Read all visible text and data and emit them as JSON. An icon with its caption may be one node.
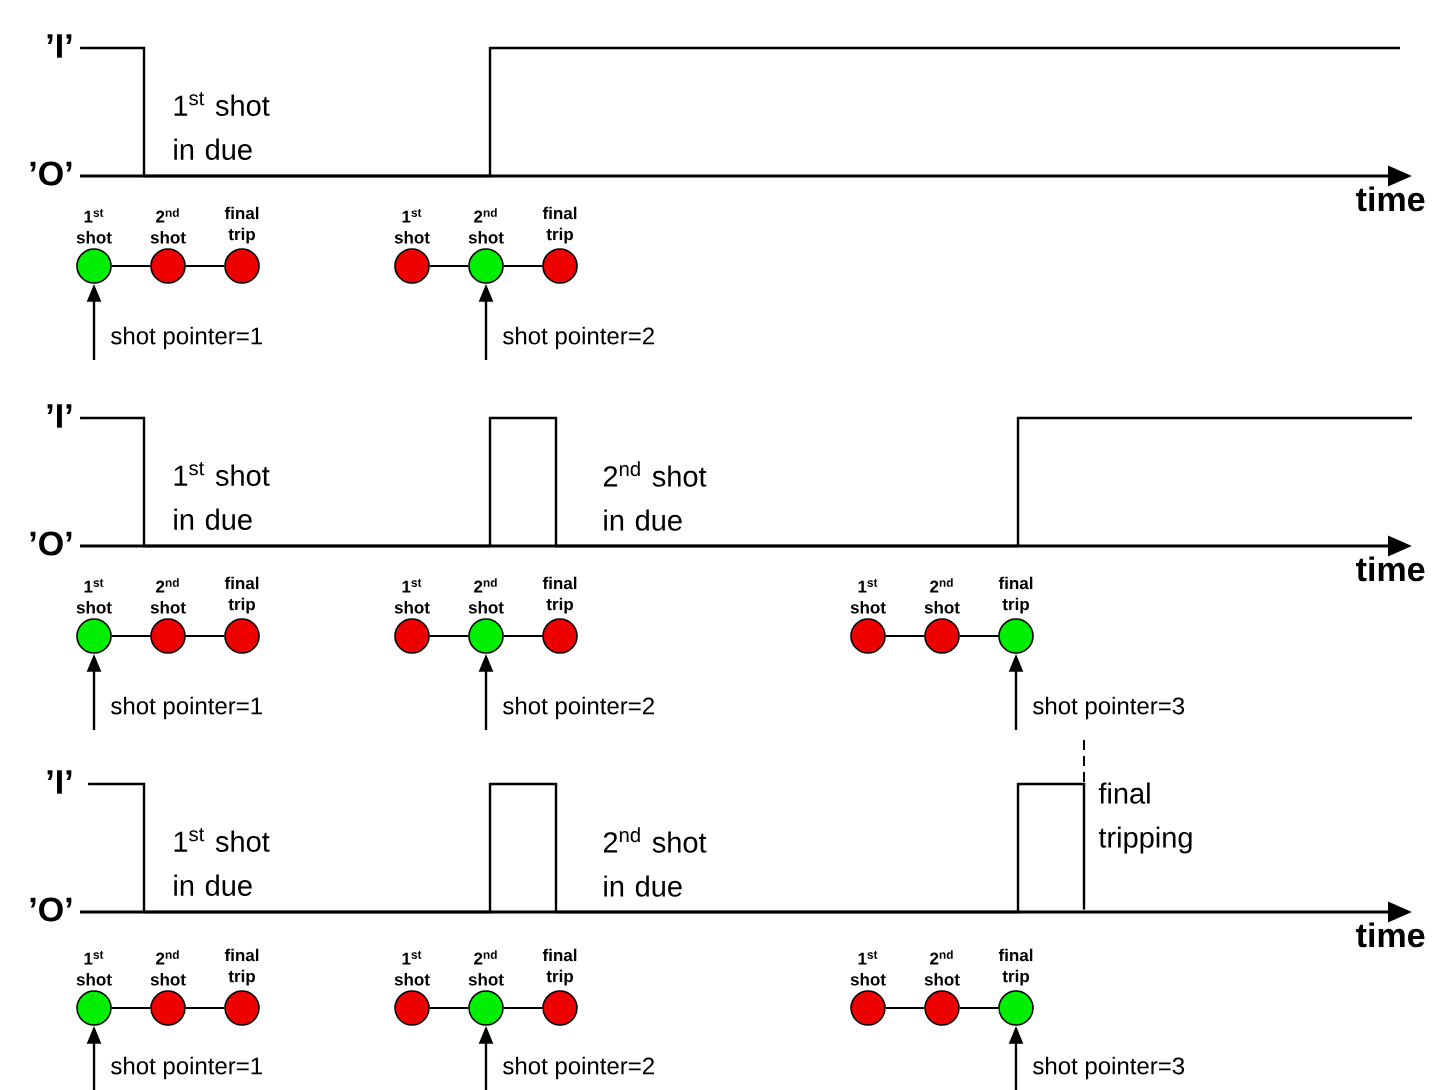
{
  "diagram": {
    "nodes": [
      {
        "text": [
          "1$^{st}$ shot"
        ]
      },
      {
        "text": [
          "2$^{nd}$ shot"
        ]
      },
      {
        "text": [
          "final trip"
        ]
      },
      {
        "text": [
          "1$^{st}$ shot"
        ]
      },
      {
        "text": [
          "2$^{nd}$ shot"
        ]
      },
      {
        "text": [
          "final trip"
        ]
      },
      {
        "text": [
          "1$^{st}$ shot"
        ]
      },
      {
        "text": [
          "2$^{nd}$ shot"
        ]
      },
      {
        "text": [
          "final trip"
        ]
      },
      {
        "text": [
          "1$^{st}$ shot"
        ]
      },
      {
        "text": [
          "2$^{nd}$ shot"
        ]
      },
      {
        "text": [
          "final trip"
        ]
      },
      {
        "text": [
          "1$^{st}$ shot"
        ]
      },
      {
        "text": [
          "2$^{nd}$ shot"
        ]
      },
      {
        "text": [
          "final trip"
        ]
      },
      {
        "text": [
          "1$^{st}$ shot"
        ]
      },
      {
        "text": [
          "2$^{nd}$ shot"
        ]
      },
      {
        "text": [
          "final trip"
        ]
      },
      {
        "text": [
          "1$^{st}$ shot"
        ]
      },
      {
        "text": [
          "2$^{nd}$ shot"
        ]
      },
      {
        "text": [
          "final trip"
        ]
      },
      {
        "text": [
          "1$^{st}$ shot"
        ]
      },
      {
        "text": [
          "2$^{nd}$ shot"
        ]
      },
      {
        "text": [
          "final trip"
        ]
      }
    ],
    "edges": [
      {
        "from": 0,
        "to": 1,
        "arrow": "none"
      },
      {
        "from": 1,
        "to": 2,
        "arrow": "none"
      },
      {
        "from": null,
        "to": 0,
        "arrow": "to",
        "label": "shot pointer=1"
      },
      {
        "from": 3,
        "to": 4,
        "arrow": "none"
      },
      {
        "from": 4,
        "to": 5,
        "arrow": "none"
      },
      {
        "from": null,
        "to": 4,
        "arrow": "to",
        "label": "shot pointer=2"
      },
      {
        "from": 6,
        "to": 7,
        "arrow": "none"
      },
      {
        "from": 7,
        "to": 8,
        "arrow": "none"
      },
      {
        "from": null,
        "to": 6,
        "arrow": "to",
        "label": "shot pointer=1"
      },
      {
        "from": 9,
        "to": 10,
        "arrow": "none"
      },
      {
        "from": 10,
        "to": 11,
        "arrow": "none"
      },
      {
        "from": null,
        "to": 10,
        "arrow": "to",
        "label": "shot pointer=2"
      },
      {
        "from": 12,
        "to": 13,
        "arrow": "none"
      },
      {
        "from": 13,
        "to": 14,
        "arrow": "none"
      },
      {
        "from": null,
        "to": 14,
        "arrow": "to",
        "label": "shot pointer=3"
      },
      {
        "from": 15,
        "to": 16,
        "arrow": "none"
      },
      {
        "from": 16,
        "to": 17,
        "arrow": "none"
      },
      {
        "from": null,
        "to": 15,
        "arrow": "to",
        "label": "shot pointer=1"
      },
      {
        "from": 18,
        "to": 19,
        "arrow": "none"
      },
      {
        "from": 19,
        "to": 20,
        "arrow": "none"
      },
      {
        "from": null,
        "to": 19,
        "arrow": "to",
        "label": "shot pointer=2"
      },
      {
        "from": 21,
        "to": 22,
        "arrow": "none"
      },
      {
        "from": 22,
        "to": 23,
        "arrow": "none"
      },
      {
        "from": null,
        "to": 23,
        "arrow": "to",
        "label": "shot pointer=3"
      }
    ],
    "labels": [
      "’I’",
      "1$^{st}$ shot in due",
      "’O’",
      "time",
      "’I’",
      "1$^{st}$ shot in due",
      "2$^{nd}$ shot in due",
      "’O’",
      "time",
      "’I’",
      "final tripping",
      "1$^{st}$ shot in due",
      "2$^{nd}$ shot in due",
      "’O’",
      "time"
    ]
  }
}
